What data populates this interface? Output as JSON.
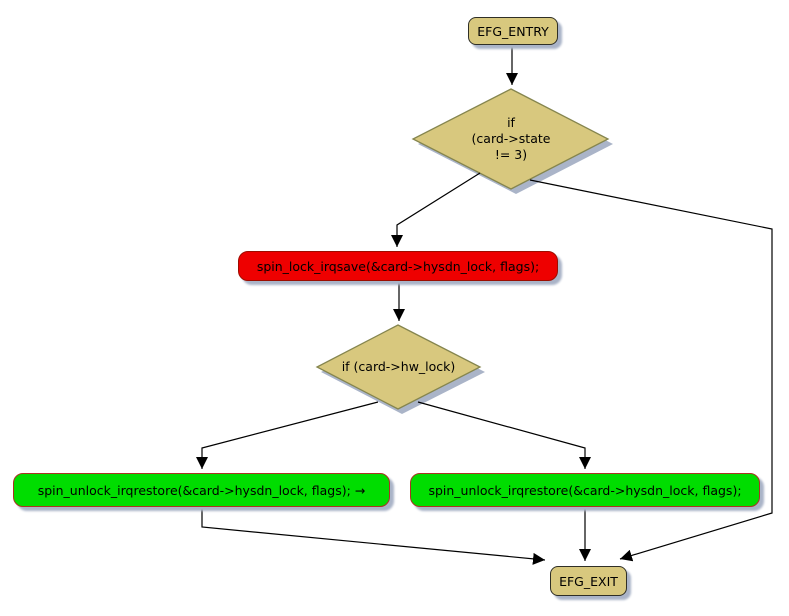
{
  "diagram": {
    "kind": "control-flow-graph",
    "nodes": {
      "entry": {
        "label": "EFG_ENTRY",
        "shape": "rounded-rect",
        "fill": "#d8c87e"
      },
      "cond_state": {
        "label": "if\n(card->state\n!= 3)",
        "shape": "diamond",
        "fill": "#d8c87e"
      },
      "lock": {
        "label": "spin_lock_irqsave(&card->hysdn_lock, flags);",
        "shape": "rounded-rect",
        "fill": "#ee0000"
      },
      "cond_hwlock": {
        "label": "if (card->hw_lock)",
        "shape": "diamond",
        "fill": "#d8c87e"
      },
      "unlock_left": {
        "label": "spin_unlock_irqrestore(&card->hysdn_lock, flags); →",
        "shape": "rounded-rect",
        "fill": "#00dd00"
      },
      "unlock_right": {
        "label": "spin_unlock_irqrestore(&card->hysdn_lock, flags);",
        "shape": "rounded-rect",
        "fill": "#00dd00"
      },
      "exit": {
        "label": "EFG_EXIT",
        "shape": "rounded-rect",
        "fill": "#d8c87e"
      }
    },
    "edges": [
      {
        "from": "entry",
        "to": "cond_state"
      },
      {
        "from": "cond_state",
        "to": "lock"
      },
      {
        "from": "cond_state",
        "to": "exit"
      },
      {
        "from": "lock",
        "to": "cond_hwlock"
      },
      {
        "from": "cond_hwlock",
        "to": "unlock_left"
      },
      {
        "from": "cond_hwlock",
        "to": "unlock_right"
      },
      {
        "from": "unlock_left",
        "to": "exit"
      },
      {
        "from": "unlock_right",
        "to": "exit"
      }
    ],
    "colors": {
      "node_tan": "#d8c87e",
      "node_red": "#ee0000",
      "node_green": "#00dd00",
      "diamond_border": "#85854e",
      "terminal_border": "#2f2f26",
      "red_border": "#9d0d00",
      "green_border": "#aa3322",
      "shadow": "#aab4c8",
      "edge": "#000000",
      "background": "#ffffff"
    }
  }
}
